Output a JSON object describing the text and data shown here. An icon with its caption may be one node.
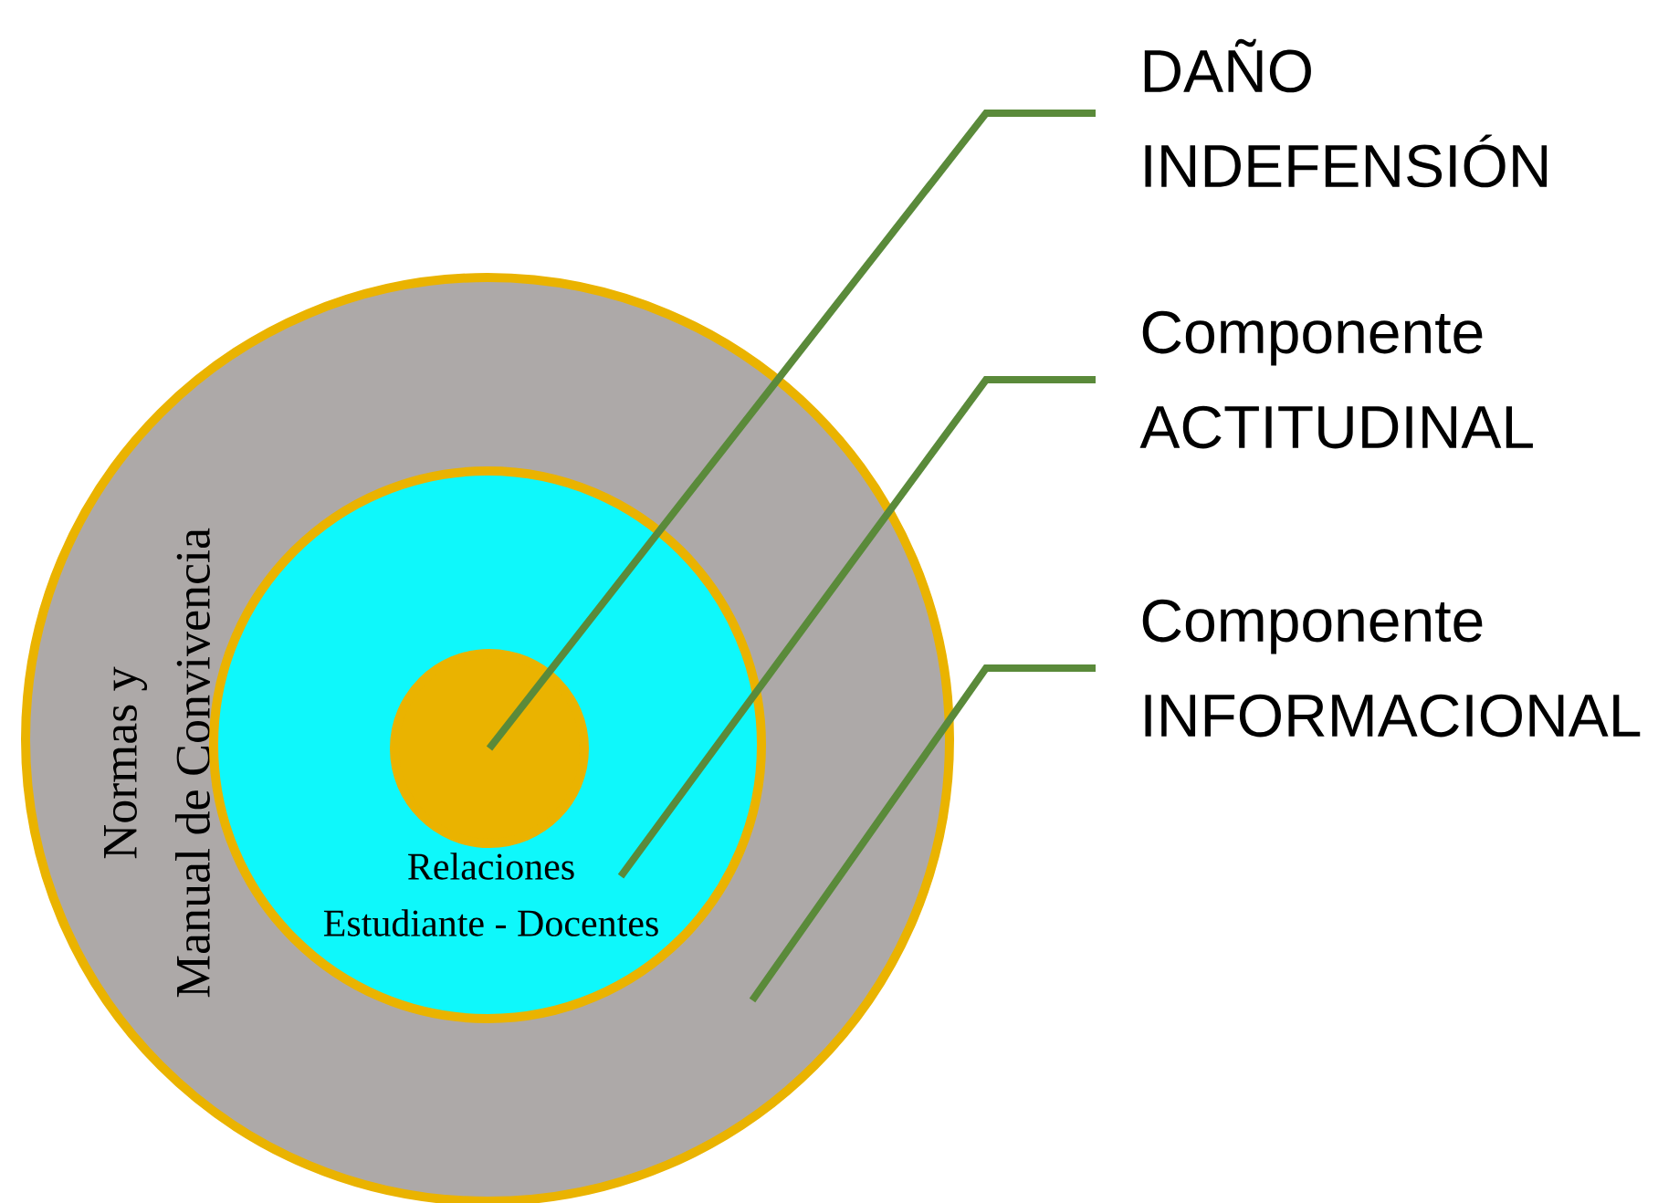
{
  "diagram": {
    "nodes": [
      {
        "text": [
          "Normas y Manual de Convivencia"
        ]
      },
      {
        "text": [
          "Relaciones Estudiante - Docentes"
        ],
        "in": 0
      },
      {
        "text": [],
        "shape": "circle",
        "in": 1
      },
      {
        "text": [
          "DAÑO INDEFENSIÓN"
        ]
      },
      {
        "text": [
          "Componente ACTITUDINAL"
        ]
      },
      {
        "text": [
          "Componente INFORMACIONAL"
        ]
      }
    ],
    "edges": [
      {
        "from": 3,
        "to": 2,
        "arrow": "none"
      },
      {
        "from": 4,
        "to": 1,
        "arrow": "none"
      },
      {
        "from": 5,
        "to": 0,
        "arrow": "none"
      }
    ]
  }
}
